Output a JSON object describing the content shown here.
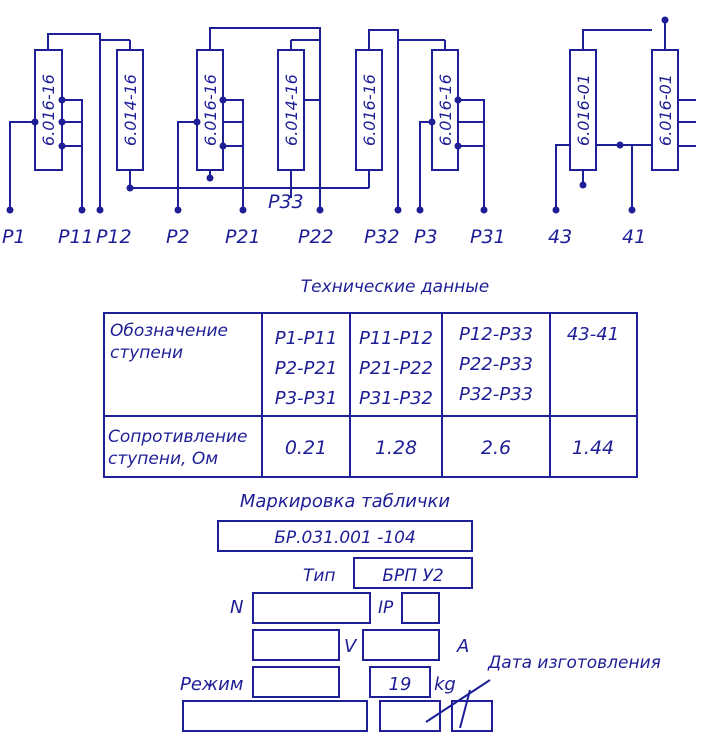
{
  "colors": {
    "ink": "#1e1e96",
    "background": "#ffffff"
  },
  "resistors": {
    "r1": "6.016-16",
    "r2": "6.014-16",
    "r3": "6.016-16",
    "r4": "6.014-16",
    "r5": "6.016-16",
    "r6": "6.016-16",
    "r7": "6.016-01",
    "r8": "6.016-01"
  },
  "terminals": {
    "p1": "P1",
    "p11": "P11",
    "p12": "P12",
    "p2": "P2",
    "p21": "P21",
    "p33": "P33",
    "p22": "P22",
    "p32": "P32",
    "p3": "P3",
    "p31": "P31",
    "t43": "43",
    "t41": "41"
  },
  "tech_data": {
    "title": "Технические данные",
    "row1_header": [
      "Обозначение",
      "ступени"
    ],
    "row2_header": [
      "Сопротивление",
      "ступени, Ом"
    ],
    "stages": [
      [
        "P1-P11",
        "P2-P21",
        "P3-P31"
      ],
      [
        "P11-P12",
        "P21-P22",
        "P31-P32"
      ],
      [
        "P12-P33",
        "P22-P33",
        "P32-P33"
      ],
      [
        "43-41"
      ]
    ],
    "resistance": [
      "0.21",
      "1.28",
      "2.6",
      "1.44"
    ]
  },
  "plate": {
    "title": "Маркировка таблички",
    "code": "БР.031.001 -104",
    "type_label": "Тип",
    "type_value": "БРП У2",
    "n_label": "N",
    "ip_label": "IP",
    "v_label": "V",
    "a_label": "A",
    "mode_label": "Режим",
    "year": "19",
    "kg_label": "kg",
    "date_label": "Дата изготовления"
  }
}
